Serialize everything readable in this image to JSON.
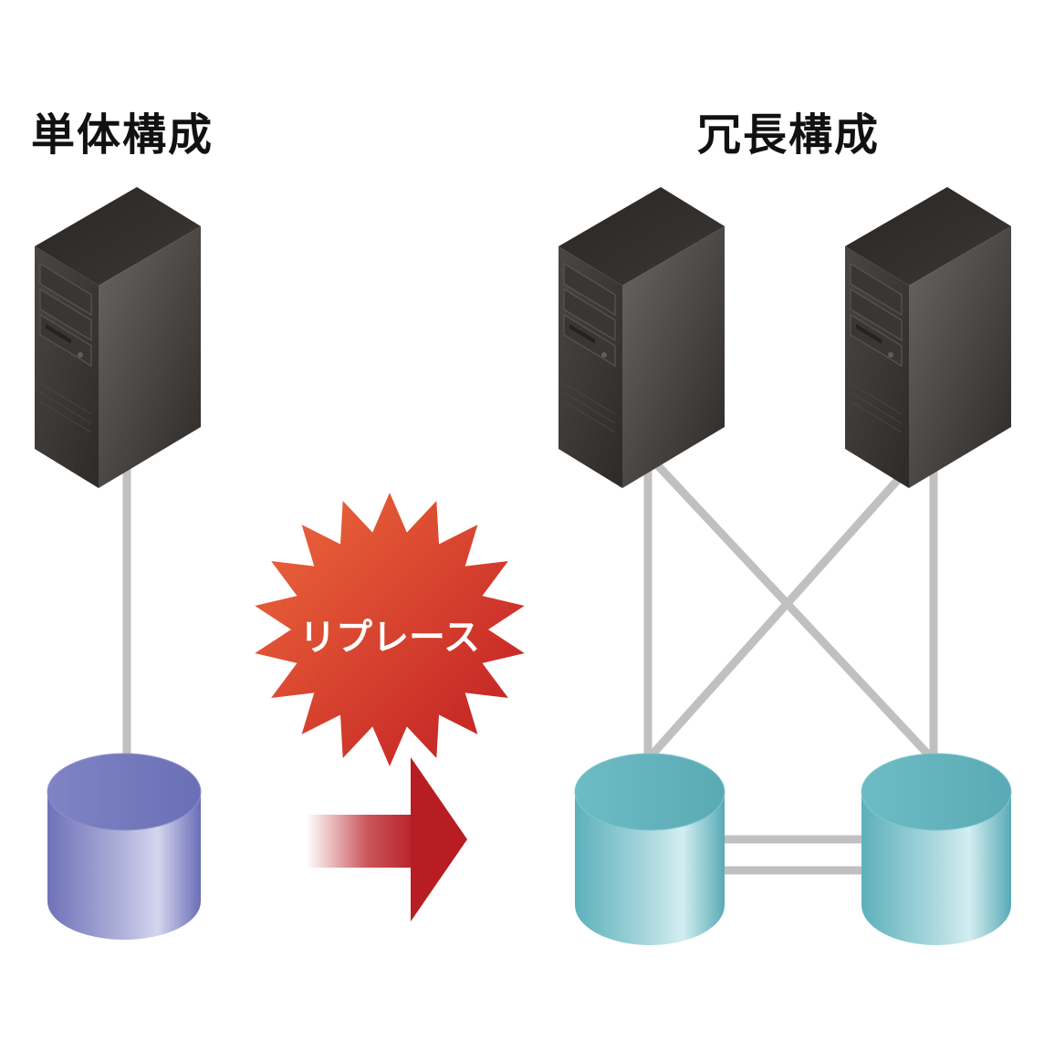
{
  "titles": {
    "single": "単体構成",
    "redundant": "冗長構成"
  },
  "burst": {
    "label": "リプレース"
  },
  "colors": {
    "server": "#3f3b38",
    "link": "#c0c0c0",
    "storage_single": "#6a6fb6",
    "storage_redundant": "#5fb3bd",
    "burst": "#d9352a",
    "arrow": "#b81d24"
  },
  "icons": {
    "server": "server-tower-icon",
    "storage": "database-cylinder-icon",
    "burst": "starburst-icon",
    "arrow": "right-arrow-icon"
  }
}
